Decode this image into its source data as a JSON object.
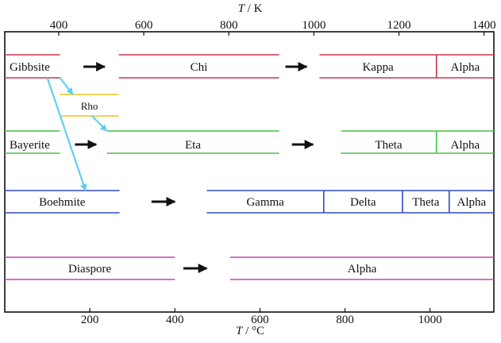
{
  "axes": {
    "top_title": {
      "symbol": "T",
      "unit": " / K"
    },
    "bottom_title": {
      "symbol": "T",
      "unit": " / °C"
    },
    "top_ticks": [
      {
        "label": "400",
        "value_c": 126.85
      },
      {
        "label": "600",
        "value_c": 326.85
      },
      {
        "label": "800",
        "value_c": 526.85
      },
      {
        "label": "1000",
        "value_c": 726.85
      },
      {
        "label": "1200",
        "value_c": 926.85
      },
      {
        "label": "1400",
        "value_c": 1126.85
      }
    ],
    "bottom_ticks": [
      {
        "label": "200",
        "value_c": 200
      },
      {
        "label": "400",
        "value_c": 400
      },
      {
        "label": "600",
        "value_c": 600
      },
      {
        "label": "800",
        "value_c": 800
      },
      {
        "label": "1000",
        "value_c": 1000
      }
    ],
    "x_range_c": [
      0,
      1150
    ]
  },
  "rows": [
    {
      "id": "gibbsite",
      "color": "#d1344a",
      "bands": [
        {
          "label": "Gibbsite",
          "from": 0,
          "to": 130,
          "label_anchor": "start"
        },
        {
          "label": "Chi",
          "from": 268,
          "to": 645
        },
        {
          "label": "Kappa",
          "from": 740,
          "to": 1015
        },
        {
          "label": "Alpha",
          "from": 1015,
          "to": 1150
        }
      ],
      "arrows": [
        {
          "from": 185,
          "to": 235
        },
        {
          "from": 660,
          "to": 710
        }
      ]
    },
    {
      "id": "rho",
      "color": "#f2c21b",
      "bands": [
        {
          "label": "Rho",
          "from": 130,
          "to": 268
        }
      ],
      "arrows": []
    },
    {
      "id": "bayerite",
      "color": "#43c443",
      "bands": [
        {
          "label": "Bayerite",
          "from": 0,
          "to": 130,
          "label_anchor": "start"
        },
        {
          "label": "Eta",
          "from": 240,
          "to": 645
        },
        {
          "label": "Theta",
          "from": 790,
          "to": 1015
        },
        {
          "label": "Alpha",
          "from": 1015,
          "to": 1150
        }
      ],
      "arrows": [
        {
          "from": 165,
          "to": 215
        },
        {
          "from": 675,
          "to": 725
        }
      ]
    },
    {
      "id": "boehmite",
      "color": "#3348c8",
      "bands": [
        {
          "label": "Boehmite",
          "from": 0,
          "to": 270
        },
        {
          "label": "Gamma",
          "from": 475,
          "to": 750
        },
        {
          "label": "Delta",
          "from": 750,
          "to": 935
        },
        {
          "label": "Theta",
          "from": 935,
          "to": 1045
        },
        {
          "label": "Alpha",
          "from": 1045,
          "to": 1150
        }
      ],
      "arrows": [
        {
          "from": 345,
          "to": 400
        }
      ]
    },
    {
      "id": "diaspore",
      "color": "#c742b4",
      "bands": [
        {
          "label": "Diaspore",
          "from": 0,
          "to": 400
        },
        {
          "label": "Alpha",
          "from": 530,
          "to": 1150
        }
      ],
      "arrows": [
        {
          "from": 420,
          "to": 475
        }
      ]
    }
  ],
  "transition_arrows": {
    "color": "#5fd0ee",
    "links": [
      {
        "from_row": "gibbsite",
        "from_c": 130,
        "to_row": "rho",
        "to_c": 160
      },
      {
        "from_row": "gibbsite",
        "from_c": 100,
        "to_row": "boehmite",
        "to_c": 190
      },
      {
        "from_row": "rho",
        "from_c": 205,
        "to_row": "bayerite",
        "to_c": 240
      }
    ]
  }
}
